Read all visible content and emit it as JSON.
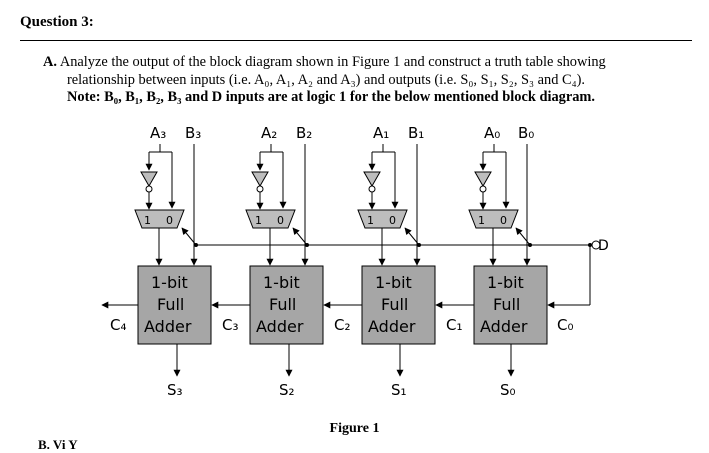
{
  "question_title": "Question 3:",
  "part_label": "A.",
  "line1": "Analyze the output of the block diagram shown in Figure 1 and construct a truth table showing",
  "line2": "relationship between inputs (i.e. A₀, A₁, A₂ and A₃) and outputs (i.e. S₀, S₁, S₂, S₃ and C₄).",
  "note": "Note: B₀, B₁, B₂, B₃ and D inputs are at logic 1 for the below mentioned block diagram.",
  "inputs": [
    {
      "a": "A₃",
      "b": "B₃"
    },
    {
      "a": "A₂",
      "b": "B₂"
    },
    {
      "a": "A₁",
      "b": "B₁"
    },
    {
      "a": "A₀",
      "b": "B₀"
    }
  ],
  "mux_labels": {
    "one": "1",
    "zero": "0"
  },
  "adder_label": {
    "l1": "1-bit",
    "l2": "Full",
    "l3": "Adder"
  },
  "outputs": [
    "S₃",
    "S₂",
    "S₁",
    "S₀"
  ],
  "carries": [
    "C₄",
    "C₃",
    "C₂",
    "C₁",
    "C₀"
  ],
  "d_label": "D",
  "caption": "Figure 1",
  "clipped_text": "B. Vi  Y"
}
